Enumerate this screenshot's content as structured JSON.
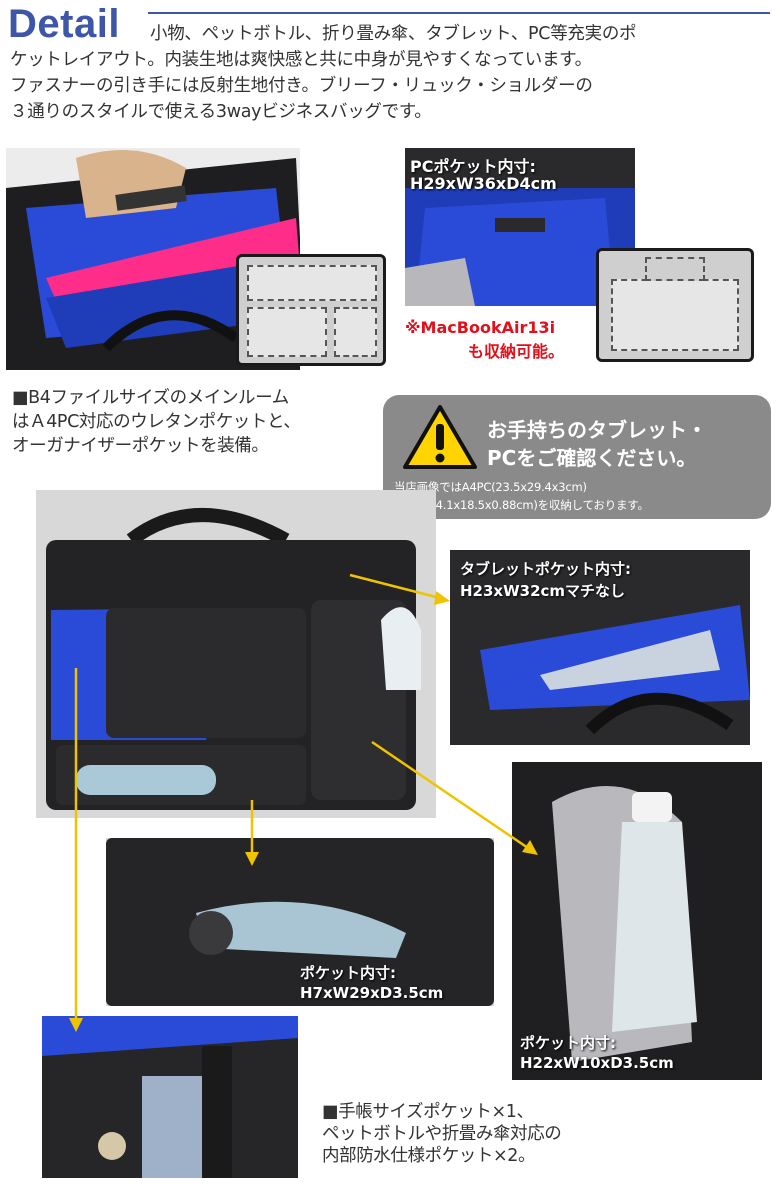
{
  "header": {
    "title": "Detail",
    "intro_lines": [
      "小物、ペットボトル、折り畳み傘、タブレット、PC等充実のポ",
      "ケットレイアウト。内装生地は爽快感と共に中身が見やすくなっています。",
      "ファスナーの引き手には反射生地付き。ブリーフ・リュック・ショルダーの",
      "３通りのスタイルで使える3wayビジネスバッグです。"
    ]
  },
  "pc_pocket": {
    "label_line1": "PCポケット内寸:",
    "label_line2": "H29xW36xD4cm",
    "note_line1": "※MacBookAir13i",
    "note_line2": "も収納可能。"
  },
  "main_room": {
    "lines": [
      "■B4ファイルサイズのメインルーム",
      "はＡ4PC対応のウレタンポケットと、",
      "オーガナイザーポケットを装備。"
    ]
  },
  "warning": {
    "heading_line1": "お手持ちのタブレット・",
    "heading_line2": "PCをご確認ください。",
    "small_line1": "当店画像ではA4PC(23.5x29.4x3cm)",
    "small_line2": "iPad2(24.1x18.5x0.88cm)を収納しております。"
  },
  "tablet_pocket": {
    "label_line1": "タブレットポケット内寸:",
    "label_line2": "H23xW32cmマチなし"
  },
  "front_pocket": {
    "label_line1": "ポケット内寸:",
    "label_line2": "H7xW29xD3.5cm"
  },
  "side_pocket": {
    "label_line1": "ポケット内寸:",
    "label_line2": "H22xW10xD3.5cm"
  },
  "bottom_note": {
    "lines": [
      "■手帳サイズポケット×1、",
      "ペットボトルや折畳み傘対応の",
      "内部防水仕様ポケット×2。"
    ]
  },
  "colors": {
    "title_blue": "#3d56a8",
    "lining_blue": "#2a4bd7",
    "note_red": "#e3101b",
    "arrow_yellow": "#f0c300",
    "warning_grey": "#8a8a8a"
  },
  "icons": [
    "warning-icon"
  ]
}
